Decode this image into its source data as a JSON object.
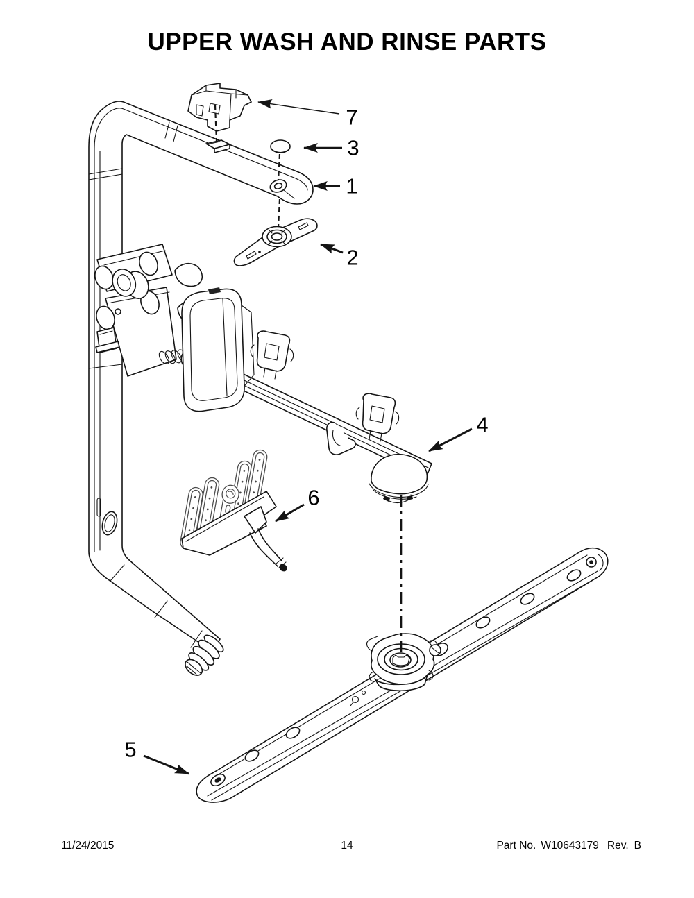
{
  "page": {
    "title": "UPPER WASH AND RINSE PARTS",
    "footer": {
      "date": "11/24/2015",
      "page_number": "14",
      "part_label": "Part No.",
      "part_number": "W10643179",
      "rev_label": "Rev.",
      "rev_value": "B"
    }
  },
  "diagram": {
    "description": "Exploded-view line drawing of dishwasher upper wash and rinse parts",
    "ink_color": "#141414",
    "background_color": "#ffffff",
    "callouts": [
      {
        "number": "7",
        "part": "feed-tube-mounting-clip"
      },
      {
        "number": "3",
        "part": "outlet-cap"
      },
      {
        "number": "1",
        "part": "upper-feed-tube"
      },
      {
        "number": "2",
        "part": "middle-spray-arm"
      },
      {
        "number": "4",
        "part": "feed-tube-manifold"
      },
      {
        "number": "6",
        "part": "spray-head"
      },
      {
        "number": "5",
        "part": "upper-spray-arm"
      }
    ]
  }
}
